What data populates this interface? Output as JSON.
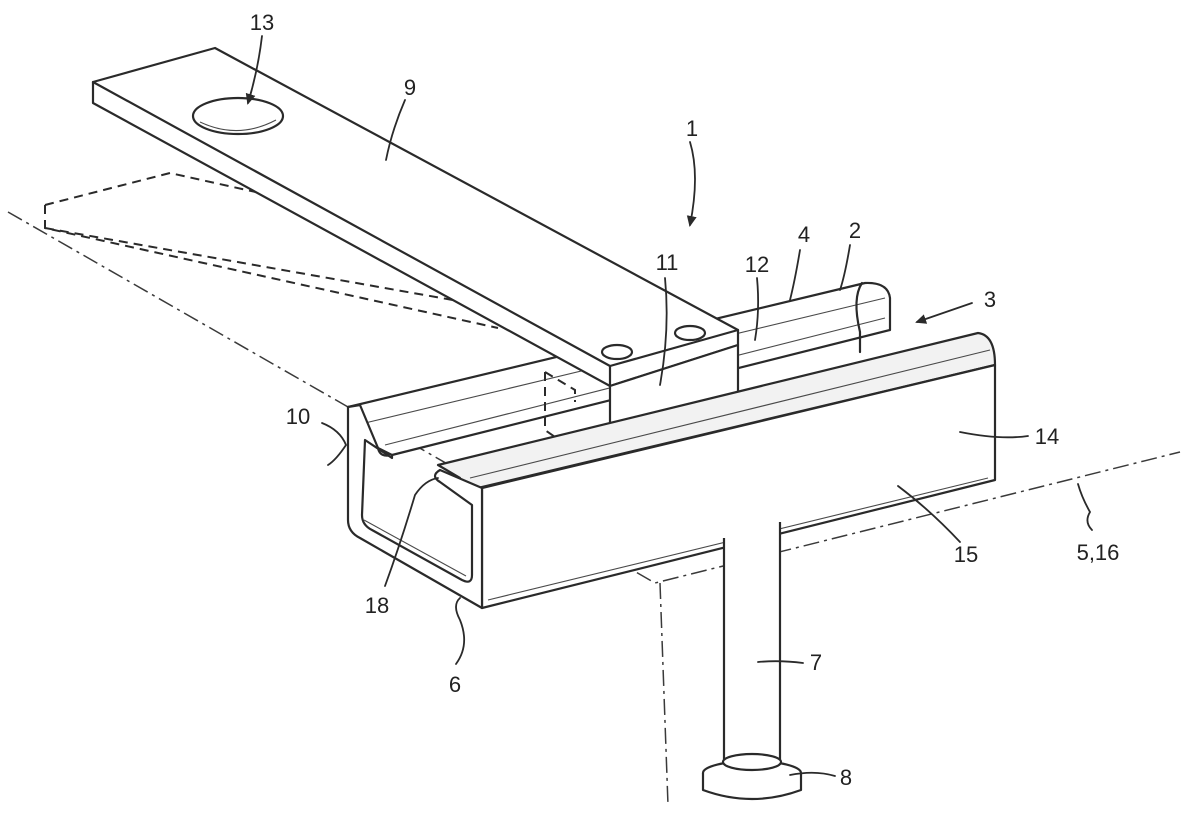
{
  "labels": {
    "l13": "13",
    "l9": "9",
    "l1": "1",
    "l2": "2",
    "l4": "4",
    "l12": "12",
    "l11": "11",
    "l3": "3",
    "l10": "10",
    "l14": "14",
    "l15": "15",
    "l5_16": "5,16",
    "l18": "18",
    "l6": "6",
    "l7": "7",
    "l8": "8"
  }
}
